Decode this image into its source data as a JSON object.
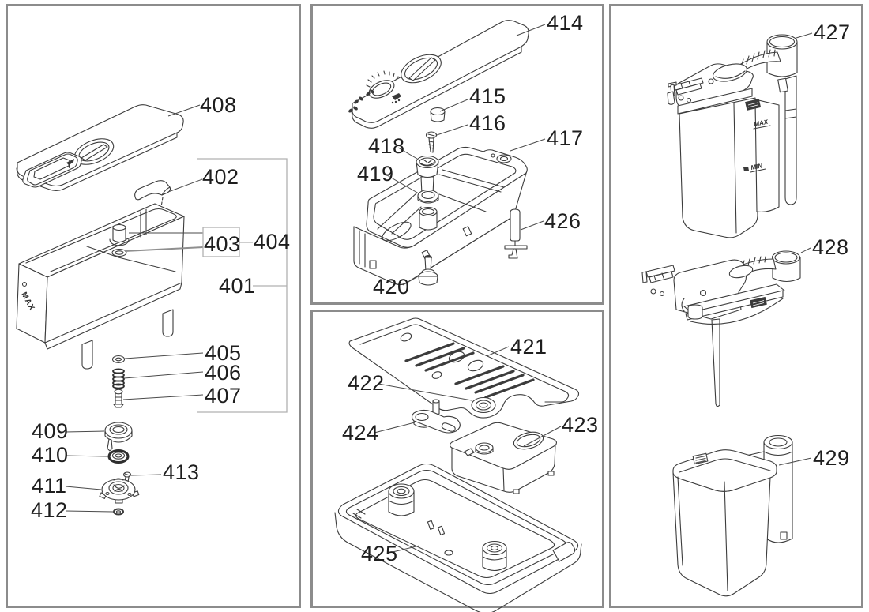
{
  "figure_title": "",
  "markings": {
    "tank_max": "MAX",
    "carafe_max": "MAX",
    "carafe_min": "MIN"
  },
  "callouts": {
    "401": "401",
    "402": "402",
    "403": "403",
    "404": "404",
    "405": "405",
    "406": "406",
    "407": "407",
    "408": "408",
    "409": "409",
    "410": "410",
    "411": "411",
    "412": "412",
    "413": "413",
    "414": "414",
    "415": "415",
    "416": "416",
    "417": "417",
    "418": "418",
    "419": "419",
    "420": "420",
    "421": "421",
    "422": "422",
    "423": "423",
    "424": "424",
    "425": "425",
    "426": "426",
    "427": "427",
    "428": "428",
    "429": "429"
  }
}
